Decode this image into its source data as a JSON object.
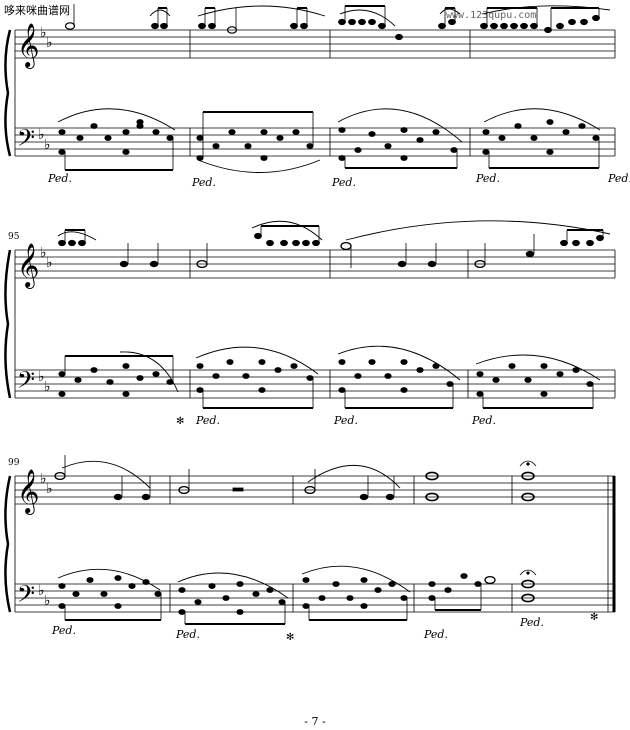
{
  "header": {
    "site_name": "哆来咪曲谱网",
    "url": "www.123qupu.com"
  },
  "score": {
    "key_signature": "B-flat major (2 flats)",
    "measure_numbers": [
      "95",
      "99"
    ],
    "pedal_mark": "Ped.",
    "pedal_release_symbol": "✻"
  },
  "footer": {
    "page_number": "- 7 -"
  }
}
